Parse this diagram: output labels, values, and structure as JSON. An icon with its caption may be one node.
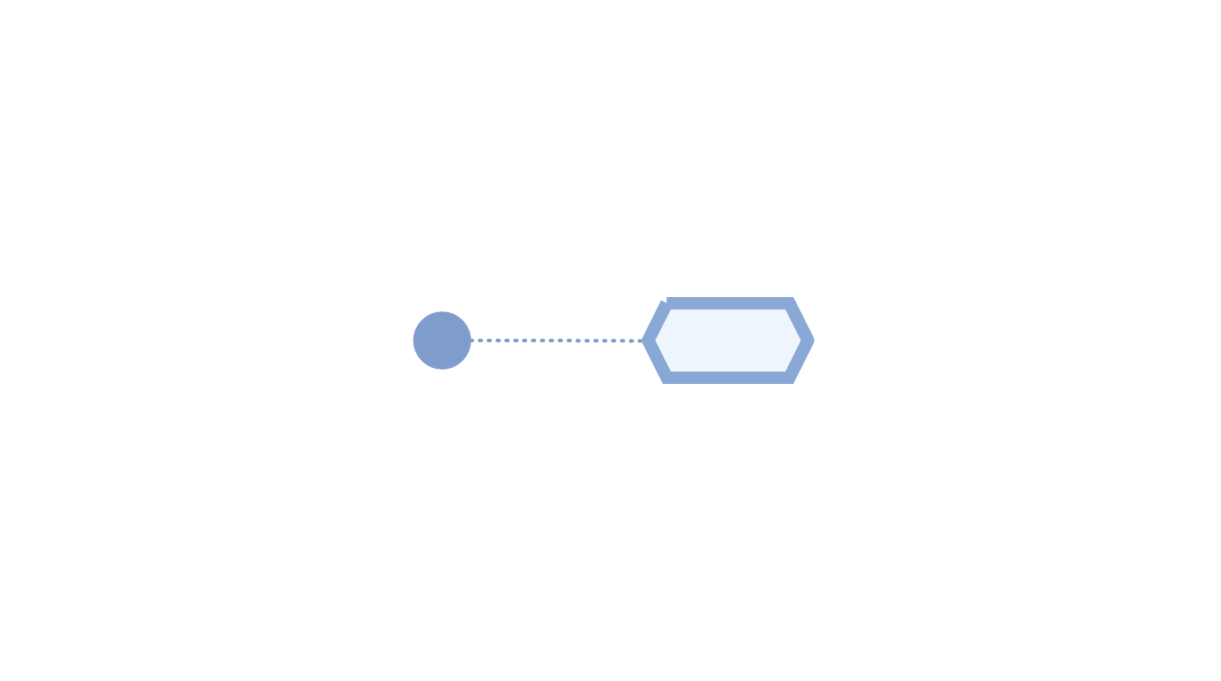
{
  "diagram": {
    "nodes": [
      {
        "text": [],
        "shape": "circle"
      },
      {
        "text": [],
        "shape": "hexagon"
      }
    ],
    "edges": [
      {
        "from": 0,
        "to": 1,
        "arrow": "none",
        "style": "dashed"
      }
    ]
  }
}
